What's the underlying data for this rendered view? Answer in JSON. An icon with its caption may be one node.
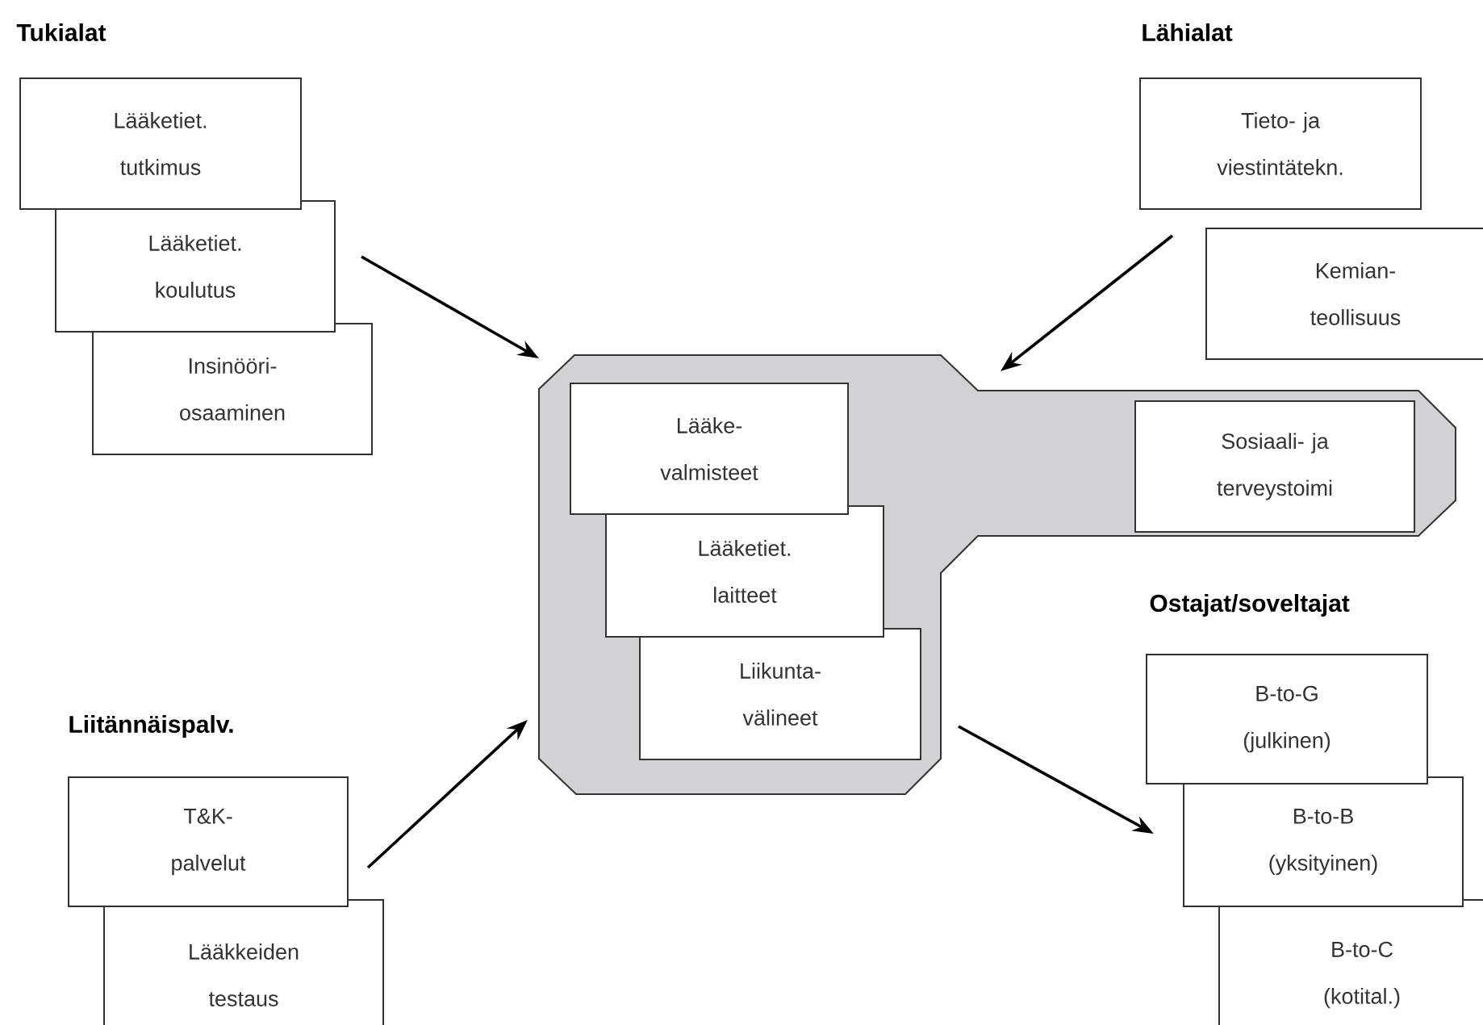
{
  "diagram": {
    "nodes": [
      {
        "text": [
          "Lääketiet. tutkimus"
        ]
      },
      {
        "text": [
          "Lääketiet. koulutus"
        ]
      },
      {
        "text": [
          "Insinööri- osaaminen"
        ]
      },
      {
        "text": [
          "Tieto- ja viestintätekn."
        ]
      },
      {
        "text": [
          "Kemian- teollisuus"
        ]
      },
      {
        "text": [],
        "shape": "box"
      },
      {
        "text": [
          "Lääke- valmisteet"
        ],
        "in": 5
      },
      {
        "text": [
          "Lääketiet. laitteet"
        ],
        "in": 5
      },
      {
        "text": [
          "Liikunta- välineet"
        ],
        "in": 5
      },
      {
        "text": [
          "Sosiaali- ja terveystoimi"
        ],
        "in": 5
      },
      {
        "text": [
          "T&K- palvelut"
        ]
      },
      {
        "text": [
          "Lääkkeiden testaus"
        ]
      },
      {
        "text": [
          "B-to-G (julkinen)"
        ]
      },
      {
        "text": [
          "B-to-B (yksityinen)"
        ]
      },
      {
        "text": [
          "B-to-C (kotital.)"
        ]
      }
    ],
    "edges": [
      {
        "from": 1,
        "to": 5,
        "arrow": "to"
      },
      {
        "from": 3,
        "to": 5,
        "arrow": "to"
      },
      {
        "from": 10,
        "to": 5,
        "arrow": "to"
      },
      {
        "from": 5,
        "to": 13,
        "arrow": "to"
      }
    ],
    "labels": [
      "Tukialat",
      "Lähialat",
      "Ostajat/soveltajat",
      "Liitännäispalv."
    ]
  }
}
